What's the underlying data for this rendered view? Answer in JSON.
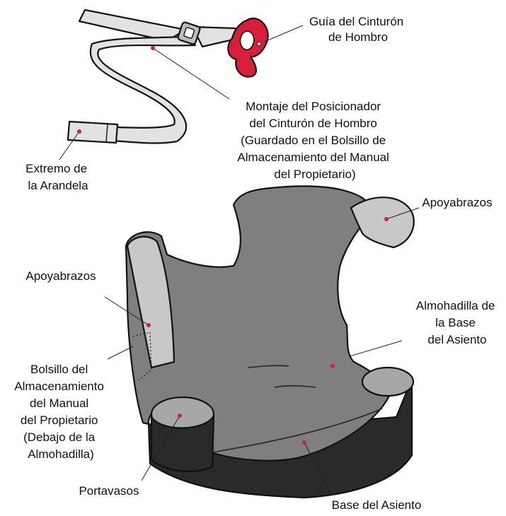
{
  "labels": {
    "shoulder_belt_guide": [
      "Guía del Cinturón",
      "de Hombro"
    ],
    "positioner_assembly": [
      "Montaje del Posicionador",
      "del Cinturón de Hombro",
      "(Guardado en el Bolsillo de",
      "Almacenamiento del Manual",
      "del Propietario)"
    ],
    "loop_end": [
      "Extremo de",
      "la Arandela"
    ],
    "armrest_left": [
      "Apoyabrazos"
    ],
    "armrest_right": [
      "Apoyabrazos"
    ],
    "manual_pocket": [
      "Bolsillo del",
      "Almacenamiento",
      "del Manual",
      "del Propietario",
      "(Debajo de la",
      "Almohadilla)"
    ],
    "seat_pad": [
      "Almohadilla de",
      "la Base",
      "del Asiento"
    ],
    "cupholder": [
      "Portavasos"
    ],
    "seat_base": [
      "Base del Asiento"
    ]
  },
  "colors": {
    "callout_dot": "#d81e3a",
    "belt_guide": "#d81e3a",
    "strap": "#e2e2e2",
    "pad": "#7f7f7f",
    "armrest": "#c8c8c8",
    "base_dark": "#2a2a2a"
  }
}
